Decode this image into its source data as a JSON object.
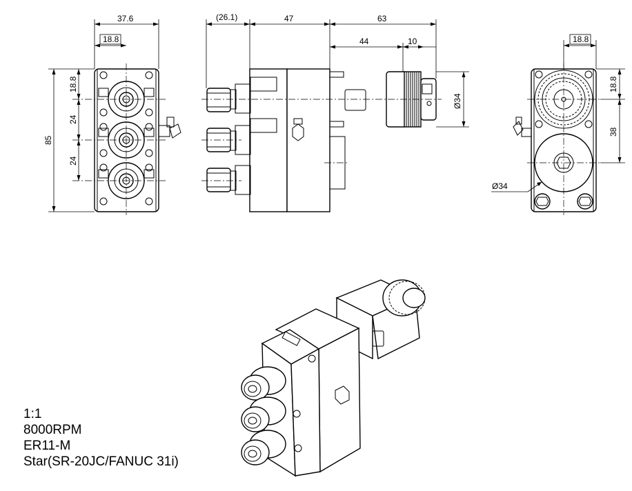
{
  "dimensions": {
    "front_width": "37.6",
    "front_half_width": "18.8",
    "front_top_offset": "18.8",
    "front_pitch_1": "24",
    "front_pitch_2": "24",
    "front_height": "85",
    "side_overhang": "(26.1)",
    "side_body": "47",
    "side_motor_total": "63",
    "side_motor_len": "44",
    "side_gear_len": "10",
    "side_gear_dia": "Ø34",
    "back_half_width": "18.8",
    "back_top_offset": "18.8",
    "back_center_dist": "38",
    "back_bore_dia": "Ø34"
  },
  "specs": {
    "scale": "1:1",
    "speed": "8000RPM",
    "collet": "ER11-M",
    "machine": "Star(SR-20JC/FANUC 31i)"
  }
}
